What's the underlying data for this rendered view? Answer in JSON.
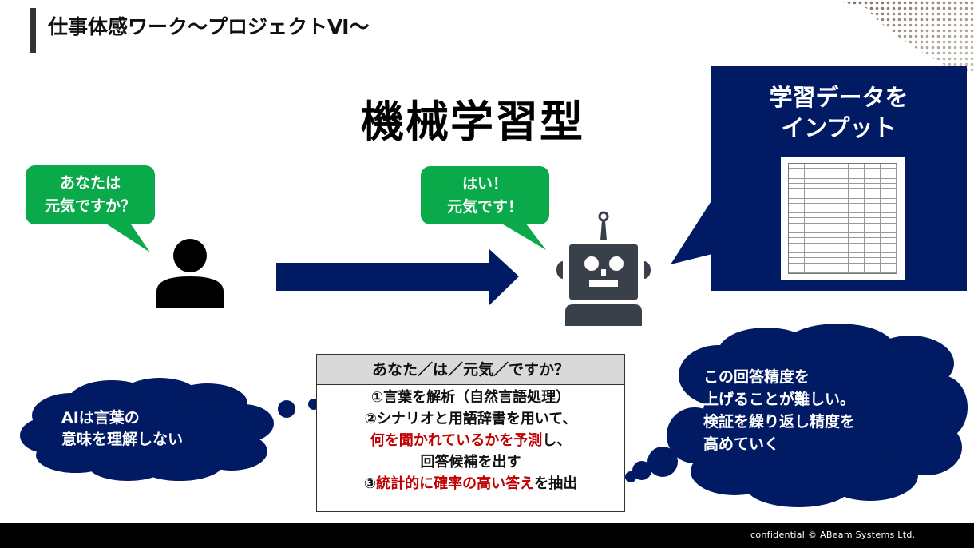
{
  "header": {
    "title": "仕事体感ワーク〜プロジェクトⅥ〜"
  },
  "main": {
    "heading": "機械学習型",
    "user_bubble": {
      "line1": "あなたは",
      "line2": "元気ですか？"
    },
    "robot_bubble": {
      "line1": "はい！",
      "line2": "元気です！"
    },
    "input_box": {
      "line1": "学習データを",
      "line2": "インプット",
      "thumbnail": "spreadsheet-thumbnail"
    },
    "analysis": {
      "header": "あなた／は／元気／ですか？",
      "step1": "①言葉を解析（自然言語処理）",
      "step2_line1": "②シナリオと用語辞書を用いて、",
      "step2_line2_red": "何を聞かれているかを予測",
      "step2_line2_black": "し、",
      "step2_line3": "回答候補を出す",
      "step3_prefix": "③",
      "step3_red": "統計的に確率の高い答え",
      "step3_suffix": "を抽出"
    },
    "left_cloud": {
      "line1": "AIは言葉の",
      "line2": "意味を理解しない"
    },
    "right_cloud": {
      "line1": "この回答精度を",
      "line2": "上げることが難しい。",
      "line3": "検証を繰り返し精度を",
      "line4": "高めていく"
    },
    "icons": {
      "user": "person-icon",
      "robot": "robot-icon",
      "arrow": "arrow-right-icon"
    }
  },
  "colors": {
    "navy": "#001a63",
    "green": "#0aa94a",
    "red": "#c00000",
    "robot_gray": "#3a4049",
    "header_gray": "#d9d9d9",
    "dots_brown": "#7a6a55"
  },
  "footer": {
    "text": "confidential   © ABeam Systems Ltd."
  }
}
